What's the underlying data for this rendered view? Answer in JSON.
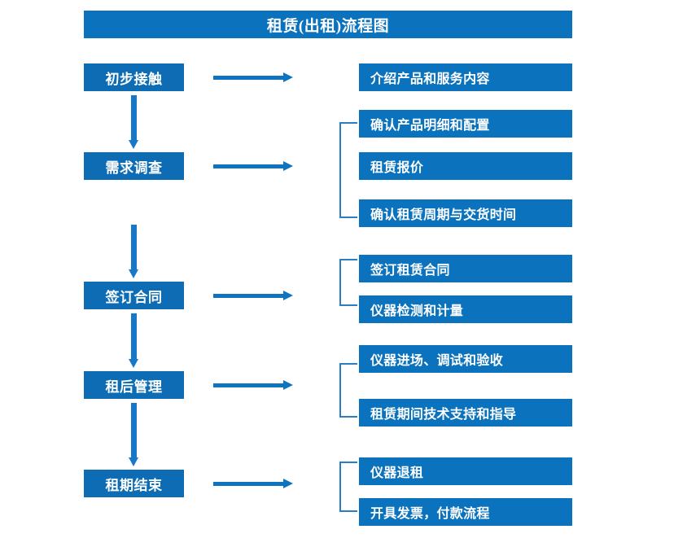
{
  "chart_data": {
    "type": "diagram",
    "title": "租赁(出租)流程图",
    "diagram_kind": "flowchart",
    "orientation": "vertical-stages-with-task-branches",
    "stages": [
      {
        "label": "初步接触",
        "tasks": [
          "介绍产品和服务内容"
        ],
        "has_bracket": false
      },
      {
        "label": "需求调查",
        "tasks": [
          "确认产品明细和配置",
          "租赁报价",
          "确认租赁周期与交货时间"
        ],
        "has_bracket": true
      },
      {
        "label": "签订合同",
        "tasks": [
          "签订租赁合同",
          "仪器检测和计量"
        ],
        "has_bracket": true
      },
      {
        "label": "租后管理",
        "tasks": [
          "仪器进场、调试和验收",
          "租赁期间技术支持和指导"
        ],
        "has_bracket": true
      },
      {
        "label": "租期结束",
        "tasks": [
          "仪器退租",
          "开具发票，付款流程"
        ],
        "has_bracket": true
      }
    ]
  },
  "header": {
    "title": "租赁(出租)流程图"
  },
  "stages": [
    {
      "label": "初步接触"
    },
    {
      "label": "需求调查"
    },
    {
      "label": "签订合同"
    },
    {
      "label": "租后管理"
    },
    {
      "label": "租期结束"
    }
  ],
  "tasks": [
    {
      "label": "介绍产品和服务内容"
    },
    {
      "label": "确认产品明细和配置"
    },
    {
      "label": "租赁报价"
    },
    {
      "label": "确认租赁周期与交货时间"
    },
    {
      "label": "签订租赁合同"
    },
    {
      "label": "仪器检测和计量"
    },
    {
      "label": "仪器进场、调试和验收"
    },
    {
      "label": "租赁期间技术支持和指导"
    },
    {
      "label": "仪器退租"
    },
    {
      "label": "开具发票，付款流程"
    }
  ],
  "colors": {
    "title_bar": "#0b72bd",
    "stage_box": "#0d6cb3",
    "task_box": "#0b72bd",
    "vertical_arrow": "#1878c8",
    "horizontal_arrow": "#0f74c0",
    "bracket": "#2a7fc4",
    "text": "#ffffff",
    "background": "#ffffff"
  }
}
